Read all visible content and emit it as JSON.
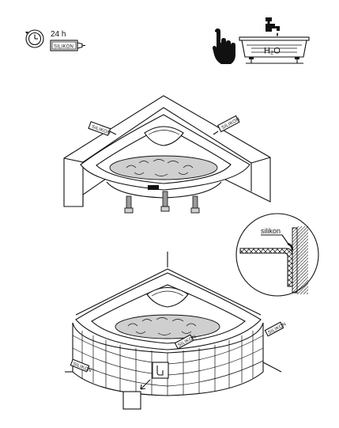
{
  "header": {
    "cure_time": "24 h",
    "silicone_tube_text": "SILIKON",
    "water_formula": "H₂O"
  },
  "detail": {
    "seal_label": "silikon"
  },
  "tubes": {
    "label": "SILIKON"
  },
  "icons": [
    "clock-icon",
    "silicone-tube-icon",
    "hand-press-icon",
    "water-tap-icon",
    "bathtub-water-icon",
    "corner-bathtub-drawing",
    "seal-cross-section-detail",
    "tiled-bathtub-drawing",
    "access-panel-icon"
  ]
}
